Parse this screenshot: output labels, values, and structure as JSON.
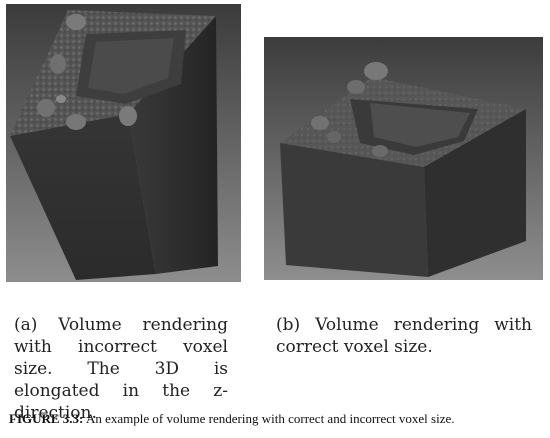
{
  "subfigures": [
    {
      "label": "(a)",
      "caption": "Volume rendering with incorrect voxel size. The 3D is elongated in the z-direction.",
      "image_description_icon": "elongated-volume-render"
    },
    {
      "label": "(b)",
      "caption": "Volume rendering with correct voxel size.",
      "image_description_icon": "cube-volume-render"
    }
  ],
  "figure": {
    "label": "FIGURE 3.3:",
    "text": "An example of volume rendering with correct and incorrect voxel size."
  },
  "colors": {
    "background_dark": "#3a3a3a",
    "background_light": "#8a8a8a",
    "surface": "#5c5c5c",
    "side_dark": "#2f2f2f"
  }
}
